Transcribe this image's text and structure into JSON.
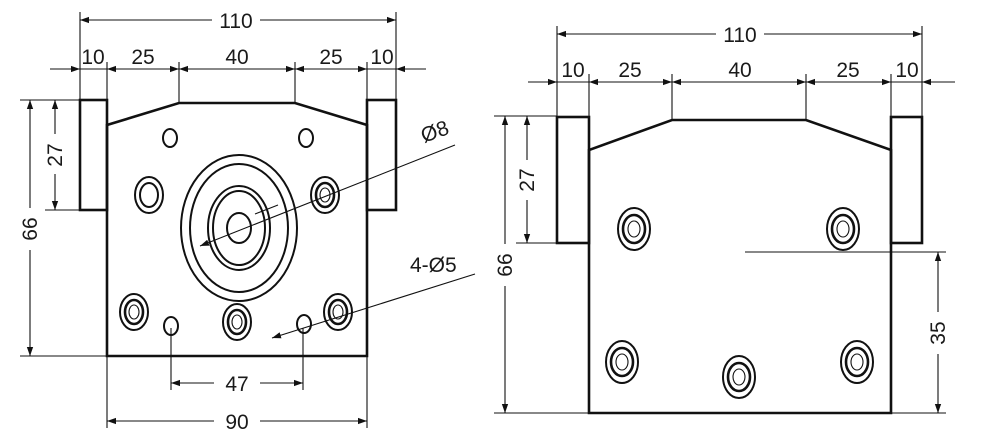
{
  "colors": {
    "line": "#111111",
    "background": "#ffffff"
  },
  "left_view": {
    "dims": {
      "overall_width": "110",
      "ear_left": "10",
      "shoulder_left": "25",
      "center": "40",
      "shoulder_right": "25",
      "ear_right": "10",
      "ear_height": "27",
      "total_height": "66",
      "hole_spacing": "47",
      "base_width": "90"
    },
    "callouts": {
      "bore": "Ø8",
      "holes": "4-Ø5"
    }
  },
  "right_view": {
    "dims": {
      "overall_width": "110",
      "ear_left": "10",
      "shoulder_left": "25",
      "center": "40",
      "shoulder_right": "25",
      "ear_right": "10",
      "ear_height": "27",
      "total_height": "66",
      "center_height": "35"
    }
  }
}
